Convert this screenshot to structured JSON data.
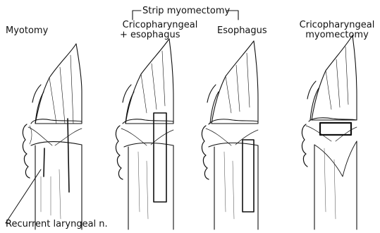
{
  "group_label": "Strip myomectomy",
  "panels": [
    {
      "title": "Myotomy"
    },
    {
      "title_line1": "Cricopharyngeal",
      "title_line2": "+ esophagus"
    },
    {
      "title": "Esophagus"
    },
    {
      "title_line1": "Cricopharyngeal",
      "title_line2": "myomectomy"
    }
  ],
  "callout": "Recurrent laryngeal n."
}
